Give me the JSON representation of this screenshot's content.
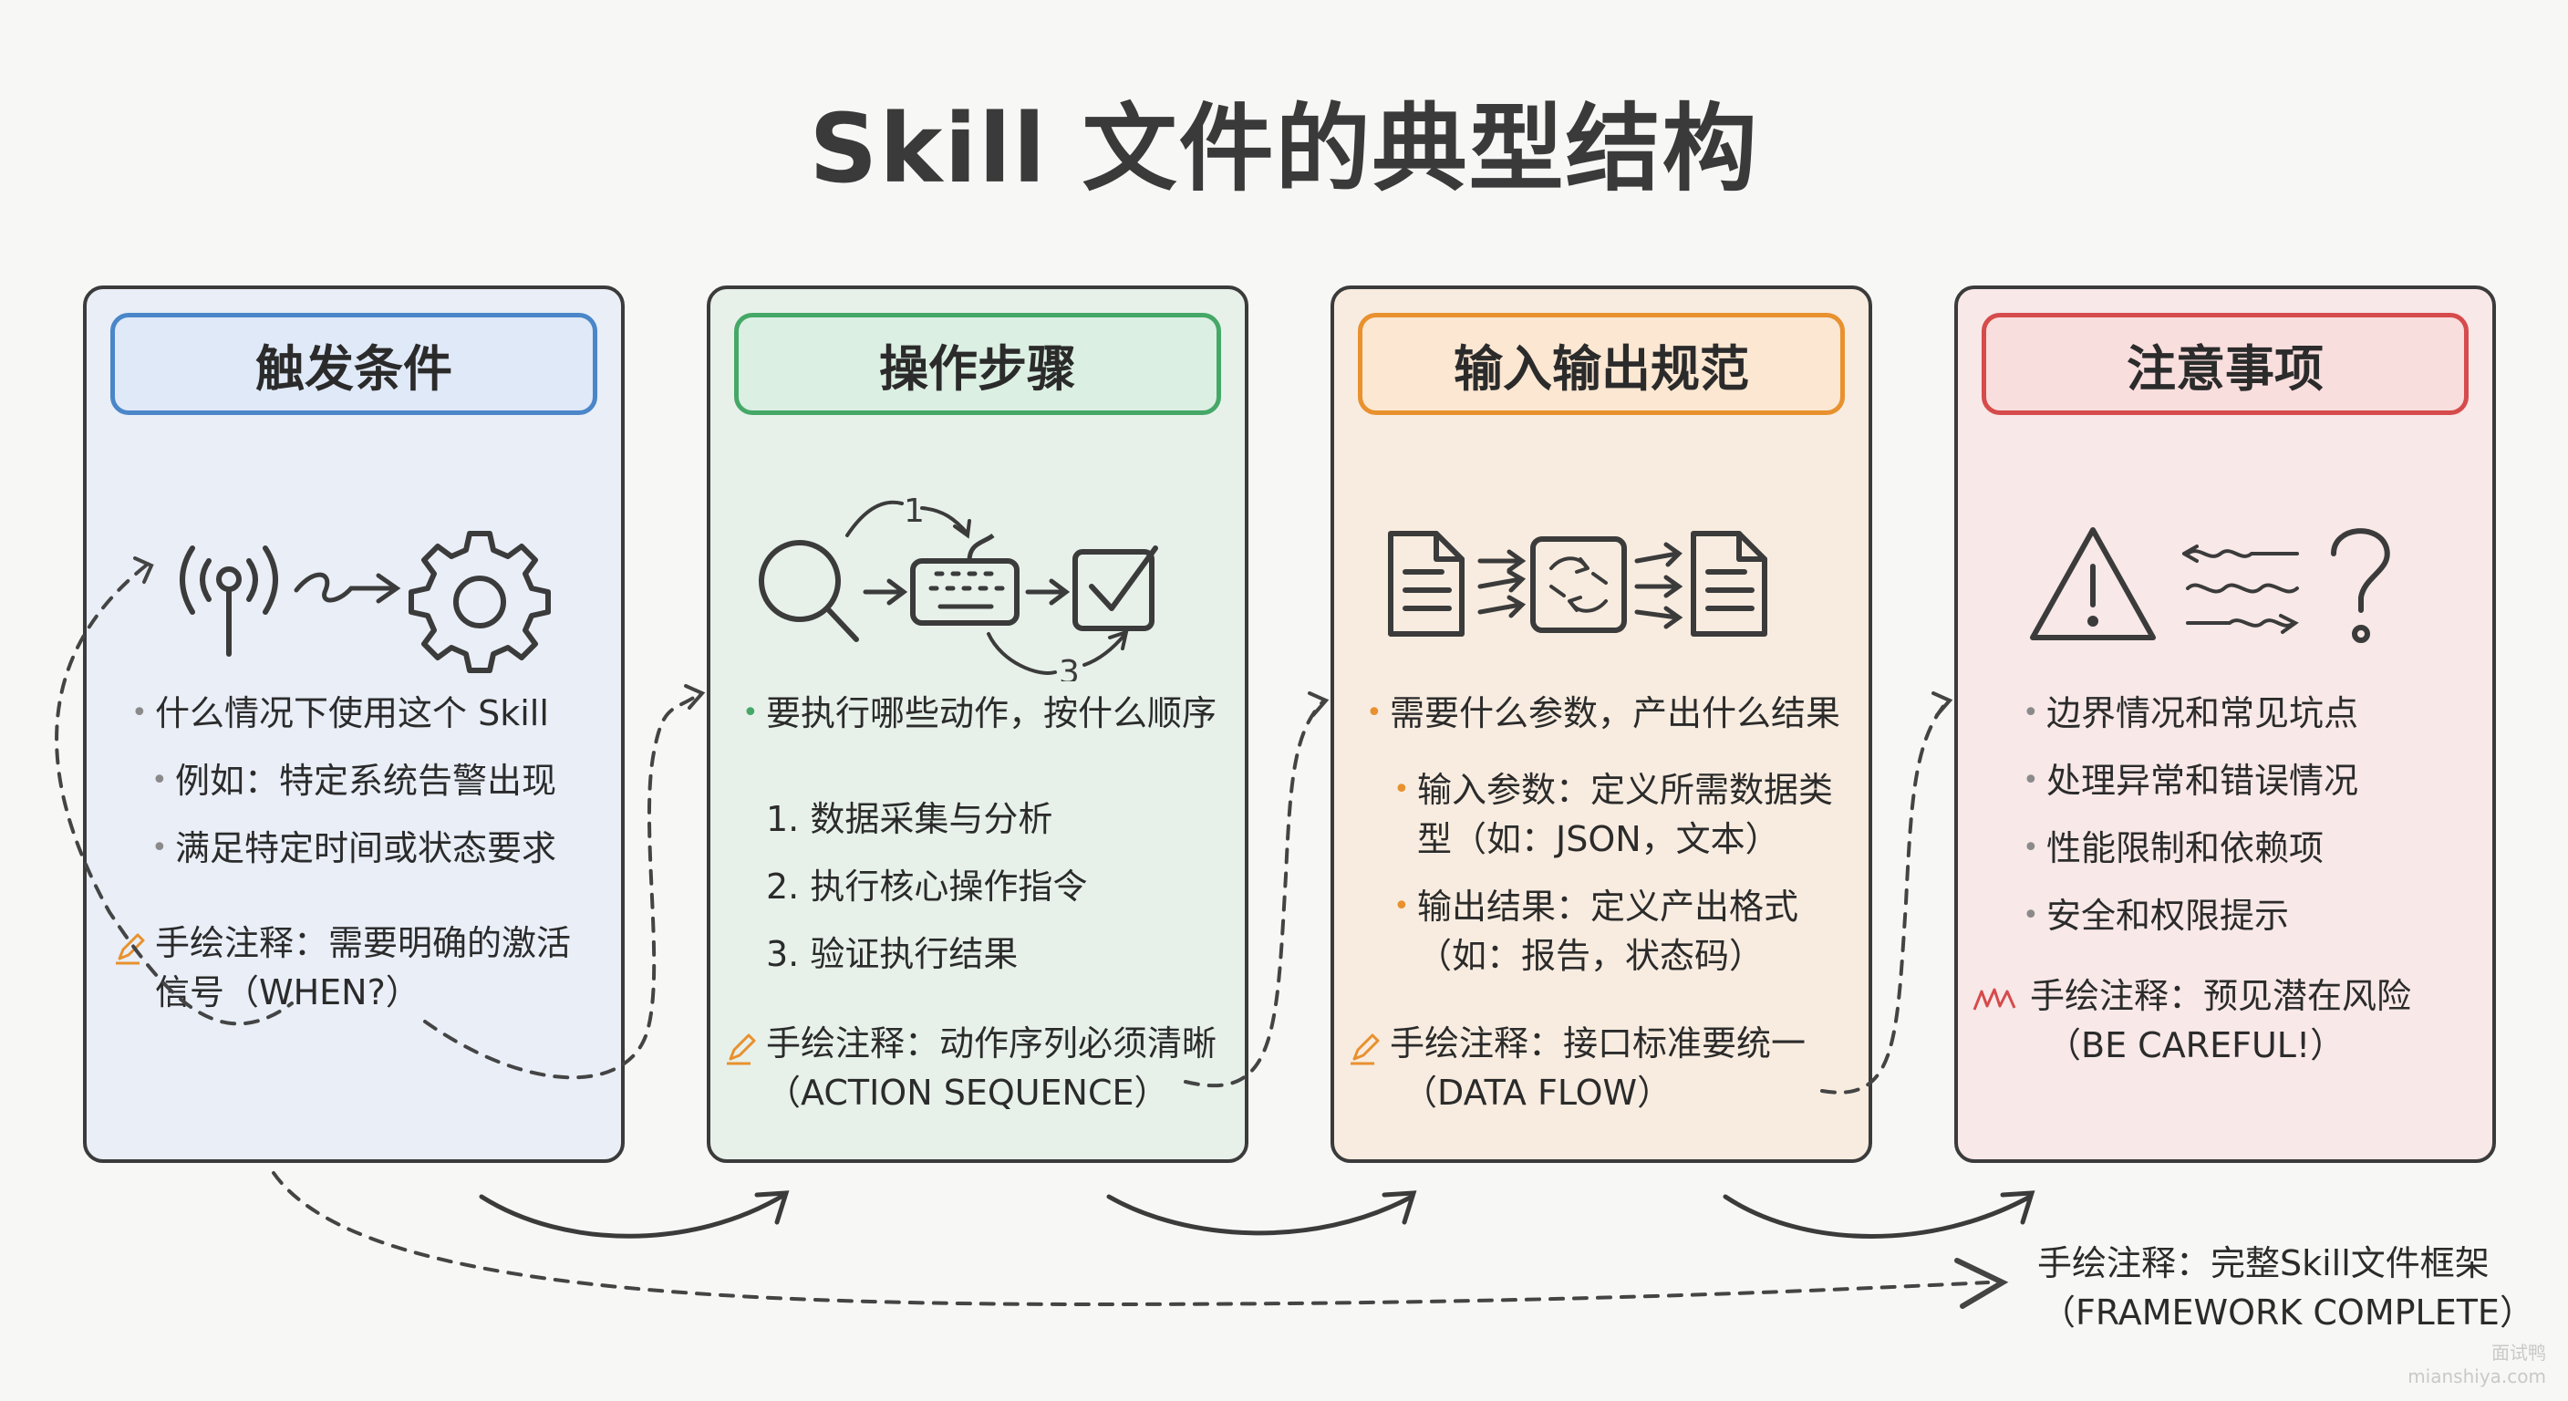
{
  "title": "Skill 文件的典型结构",
  "cards": [
    {
      "heading": "触发条件",
      "accent": "#4a86c8",
      "bullets": [
        "什么情况下使用这个 Skill",
        "例如：特定系统告警出现",
        "满足特定时间或状态要求"
      ],
      "note_line1": "手绘注释：需要明确的激活",
      "note_line2": "信号（WHEN?）"
    },
    {
      "heading": "操作步骤",
      "accent": "#45a867",
      "bullets": [
        "要执行哪些动作，按什么顺序"
      ],
      "steps": [
        "1. 数据采集与分析",
        "2. 执行核心操作指令",
        "3. 验证执行结果"
      ],
      "icon_labels": [
        "1",
        "3"
      ],
      "note_line1": "手绘注释：动作序列必须清晰",
      "note_line2": "（ACTION SEQUENCE）"
    },
    {
      "heading": "输入输出规范",
      "accent": "#e8912e",
      "bullets": [
        "需要什么参数，产出什么结果",
        "输入参数：定义所需数据类",
        "输出结果：定义产出格式"
      ],
      "bullet_continuations": [
        "型（如：JSON，文本）",
        "（如：报告，状态码）"
      ],
      "note_line1": "手绘注释：接口标准要统一",
      "note_line2": "（DATA FLOW）"
    },
    {
      "heading": "注意事项",
      "accent": "#d64b4b",
      "bullets": [
        "边界情况和常见坑点",
        "处理异常和错误情况",
        "性能限制和依赖项",
        "安全和权限提示"
      ],
      "note_line1": "手绘注释：预见潜在风险",
      "note_line2": "（BE CAREFUL!）"
    }
  ],
  "footer_note_line1": "手绘注释：完整Skill文件框架",
  "footer_note_line2": "（FRAMEWORK COMPLETE）",
  "watermark_line1": "面试鸭",
  "watermark_line2": "mianshiya.com"
}
